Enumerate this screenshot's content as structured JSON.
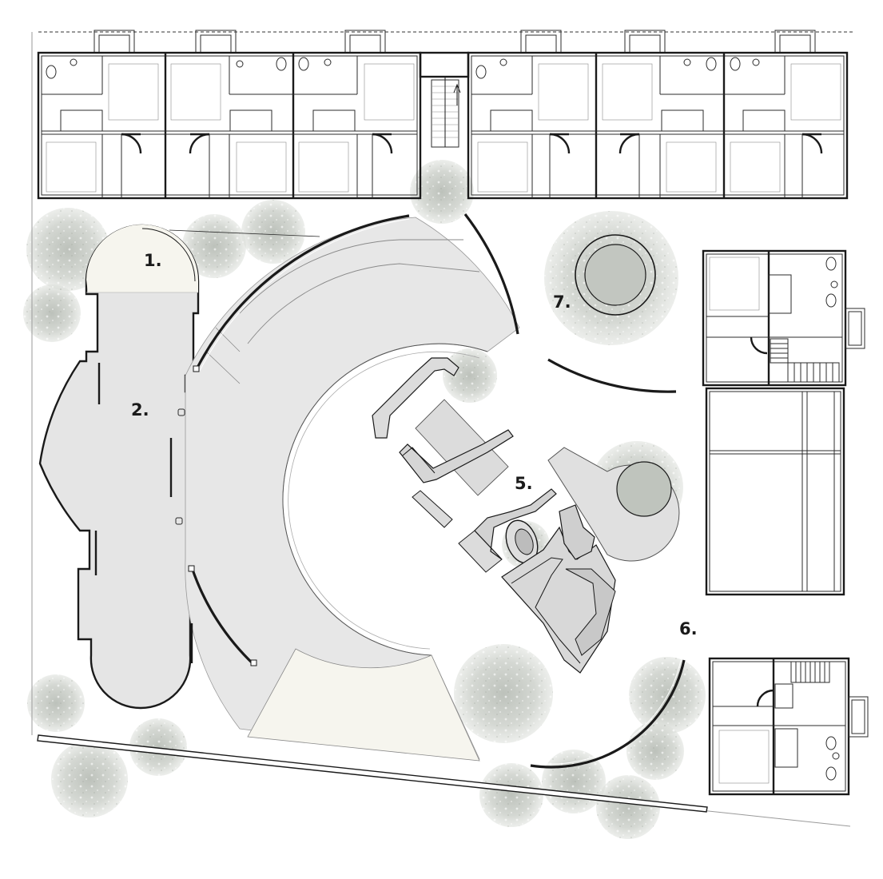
{
  "labels": {
    "l1": "1.",
    "l2": "2.",
    "l5": "5.",
    "l6": "6.",
    "l7": "7."
  },
  "colors": {
    "paving": "#e6e6e6",
    "paving_light": "#f6f5ef",
    "tree": "#c9cdc7",
    "line": "#1a1a1a",
    "background": "#ffffff"
  },
  "icons": {
    "tree": "tree-canopy-icon",
    "door": "door-swing-icon",
    "stair": "stair-icon"
  }
}
